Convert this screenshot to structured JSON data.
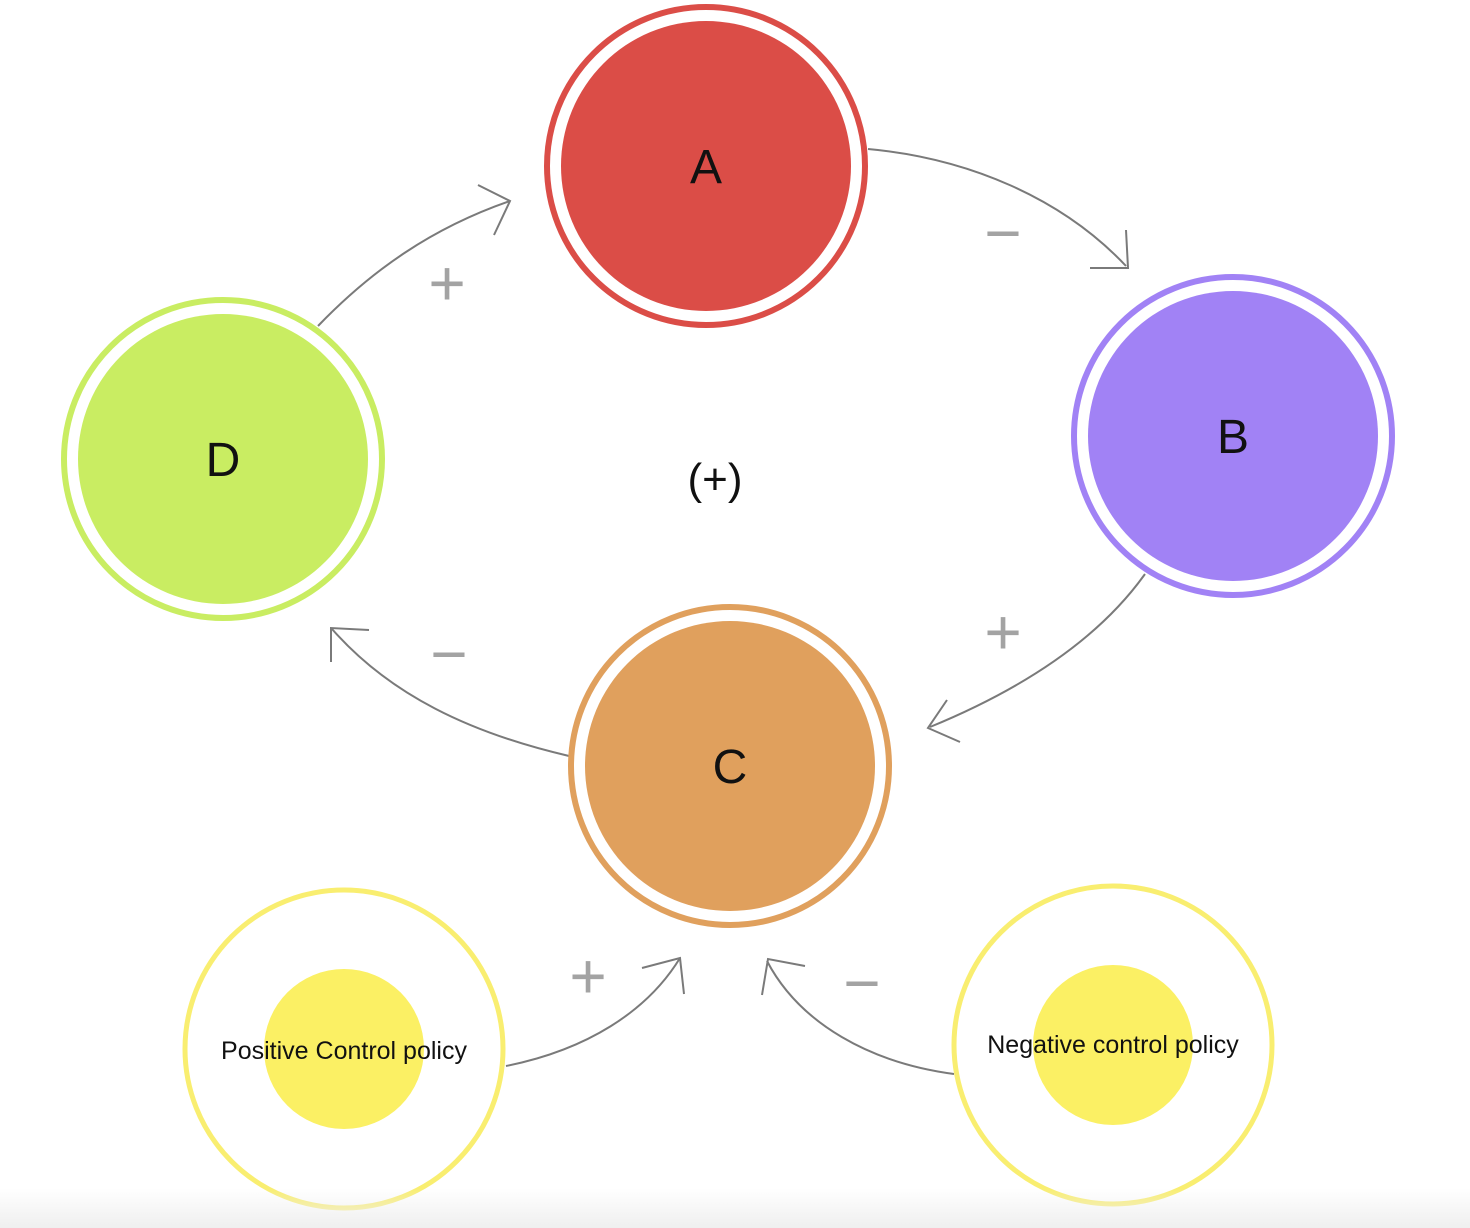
{
  "diagram": {
    "loop_polarity": "(+)",
    "nodes": [
      {
        "id": "A",
        "label": "A",
        "fill": "#db4d47",
        "ring": "#db4d47"
      },
      {
        "id": "B",
        "label": "B",
        "fill": "#a182f5",
        "ring": "#a182f5"
      },
      {
        "id": "C",
        "label": "C",
        "fill": "#e0a05d",
        "ring": "#e0a05d"
      },
      {
        "id": "D",
        "label": "D",
        "fill": "#c9ed62",
        "ring": "#c9ed62"
      }
    ],
    "policies": [
      {
        "id": "positive",
        "label": "Positive Control policy",
        "fill": "#fbf064",
        "ring": "#f9ee70"
      },
      {
        "id": "negative",
        "label": "Negative control policy",
        "fill": "#fbf064",
        "ring": "#f9ee70"
      }
    ],
    "links": [
      {
        "from": "A",
        "to": "B",
        "sign": "−"
      },
      {
        "from": "B",
        "to": "C",
        "sign": "+"
      },
      {
        "from": "C",
        "to": "D",
        "sign": "−"
      },
      {
        "from": "D",
        "to": "A",
        "sign": "+"
      },
      {
        "from": "Positive Control policy",
        "to": "C",
        "sign": "+"
      },
      {
        "from": "Negative control policy",
        "to": "C",
        "sign": "−"
      }
    ],
    "colors": {
      "edge": "#7a7a7a",
      "sign": "#a3a3a3"
    }
  }
}
